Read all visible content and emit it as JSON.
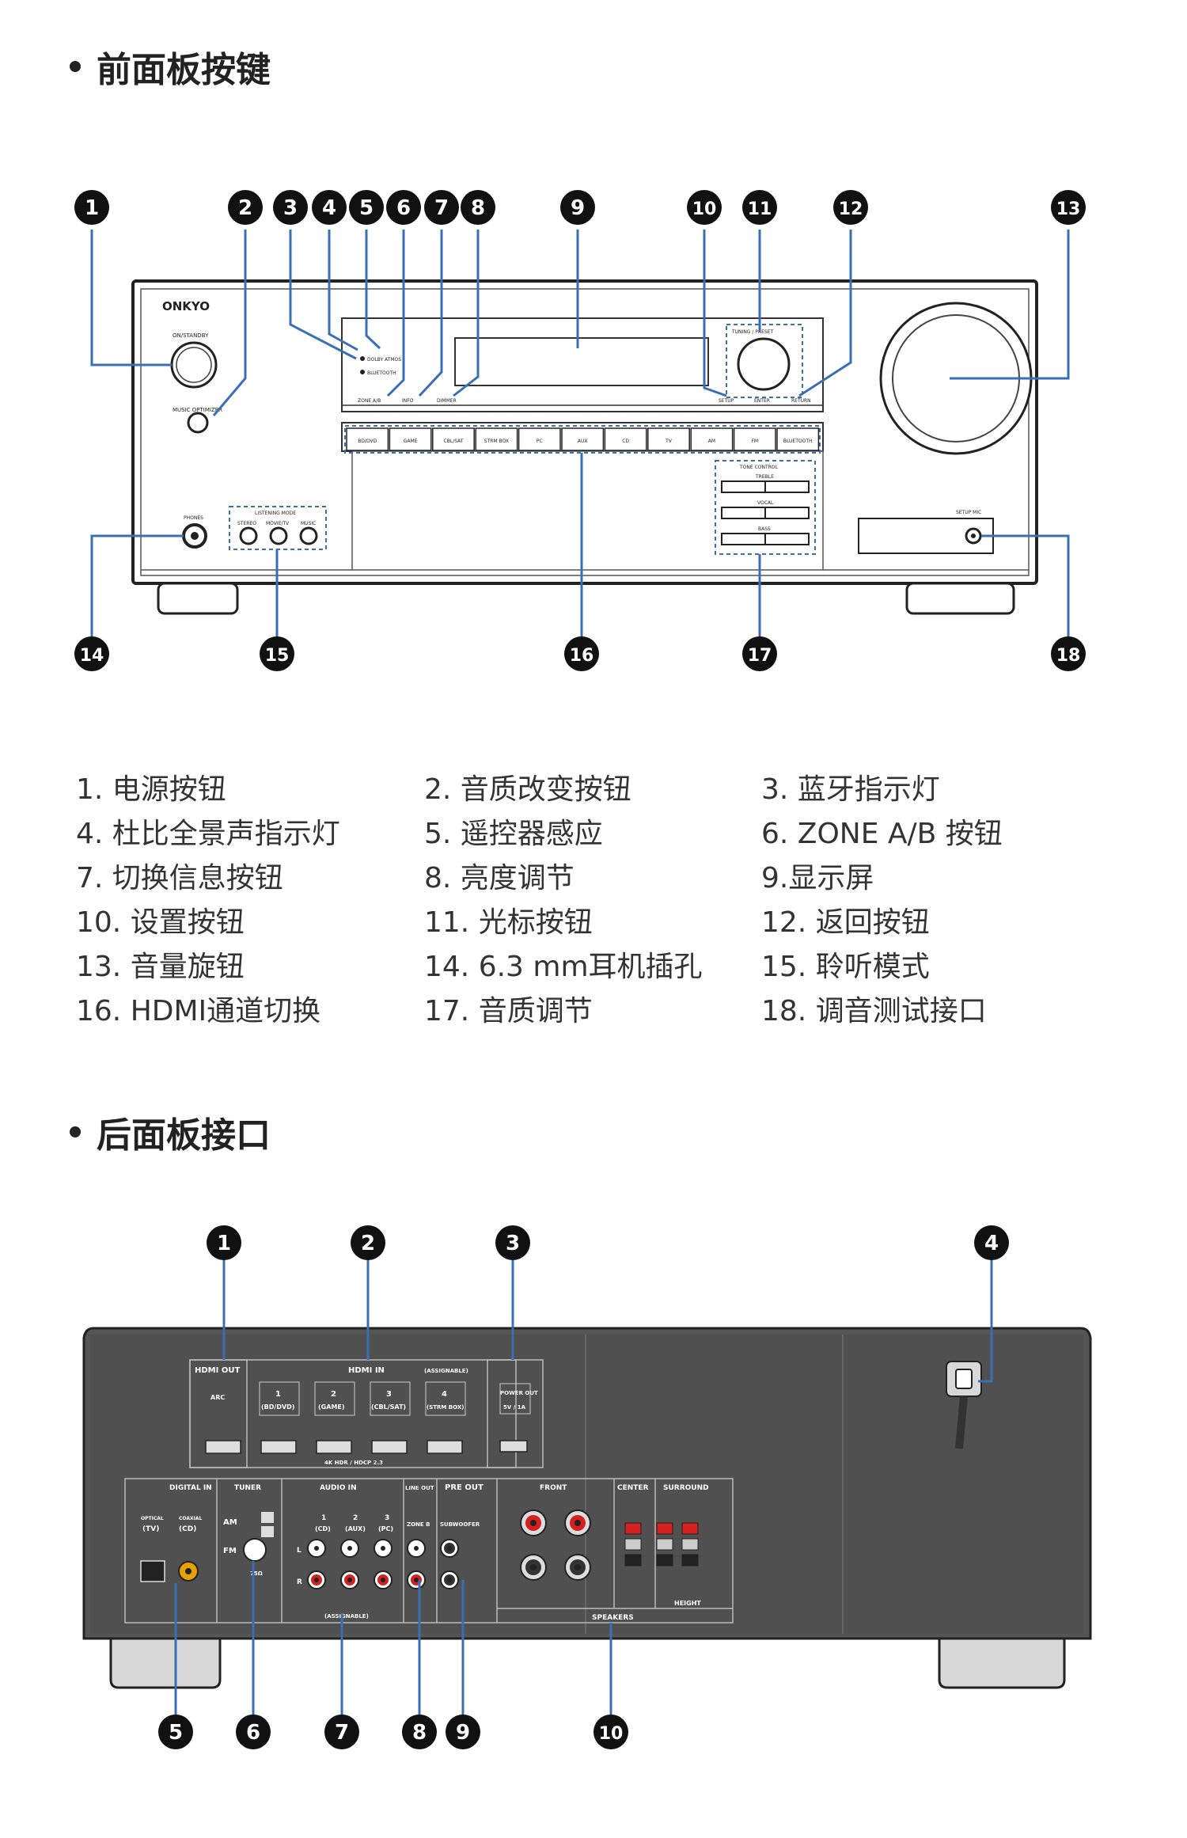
{
  "front": {
    "title": "前面板按键",
    "callout_numbers": [
      "1",
      "2",
      "3",
      "4",
      "5",
      "6",
      "7",
      "8",
      "9",
      "10",
      "11",
      "12",
      "13",
      "14",
      "15",
      "16",
      "17",
      "18"
    ],
    "device": {
      "brand": "ONKYO",
      "standby": "ON/STANDBY",
      "music_optimizer": "MUSIC OPTIMIZER",
      "dolby_atmos": "DOLBY ATMOS",
      "bluetooth_ind": "BLUETOOTH",
      "zone_ab": "ZONE A/B",
      "info": "INFO",
      "dimmer": "DIMMER",
      "tuning_preset": "TUNING / PRESET",
      "setup": "SETUP",
      "enter": "ENTER",
      "return": "RETURN",
      "inputs": [
        "BD/DVD",
        "GAME",
        "CBL/SAT",
        "STRM BOX",
        "PC",
        "AUX",
        "CD",
        "TV",
        "AM",
        "FM",
        "BLUETOOTH"
      ],
      "tone_control": "TONE CONTROL",
      "treble": "TREBLE",
      "vocal": "VOCAL",
      "bass": "BASS",
      "phones": "PHONES",
      "listening_mode": "LISTENING MODE",
      "modes": [
        "STEREO",
        "MOVIE/TV",
        "MUSIC"
      ],
      "setup_mic": "SETUP MIC"
    },
    "legend": [
      "1. 电源按钮",
      "2. 音质改变按钮",
      "3. 蓝牙指示灯",
      "4. 杜比全景声指示灯",
      "5. 遥控器感应",
      "6. ZONE A/B 按钮",
      "7. 切换信息按钮",
      "8. 亮度调节",
      "9.显示屏",
      "10. 设置按钮",
      "11. 光标按钮",
      "12. 返回按钮",
      "13. 音量旋钮",
      "14. 6.3 mm耳机插孔",
      "15. 聆听模式",
      "16. HDMI通道切换",
      "17. 音质调节",
      "18. 调音测试接口"
    ]
  },
  "rear": {
    "title": "后面板接口",
    "callout_numbers": [
      "1",
      "2",
      "3",
      "4",
      "5",
      "6",
      "7",
      "8",
      "9",
      "10"
    ],
    "device": {
      "hdmi_out": "HDMI OUT",
      "arc": "ARC",
      "hdmi_in": "HDMI IN",
      "assignable": "(ASSIGNABLE)",
      "hdmi_inputs": [
        {
          "num": "1",
          "name": "(BD/DVD)"
        },
        {
          "num": "2",
          "name": "(GAME)"
        },
        {
          "num": "3",
          "name": "(CBL/SAT)"
        },
        {
          "num": "4",
          "name": "(STRM BOX)"
        }
      ],
      "hdcp": "4K HDR / HDCP 2.3",
      "power_out": "POWER OUT",
      "power_spec": "5V / 1A",
      "digital_in": "DIGITAL IN",
      "optical": "OPTICAL",
      "optical_src": "(TV)",
      "coaxial": "COAXIAL",
      "coaxial_src": "(CD)",
      "tuner": "TUNER",
      "am": "AM",
      "fm": "FM",
      "ohm": "75Ω",
      "audio_in": "AUDIO IN",
      "audio_inputs": [
        {
          "num": "1",
          "name": "(CD)"
        },
        {
          "num": "2",
          "name": "(AUX)"
        },
        {
          "num": "3",
          "name": "(PC)"
        }
      ],
      "line_out": "LINE OUT",
      "zone_b": "ZONE B",
      "pre_out": "PRE OUT",
      "subwoofer": "SUBWOOFER",
      "front": "FRONT",
      "center": "CENTER",
      "surround": "SURROUND",
      "height": "HEIGHT",
      "speakers": "SPEAKERS",
      "l": "L",
      "r": "R"
    }
  }
}
